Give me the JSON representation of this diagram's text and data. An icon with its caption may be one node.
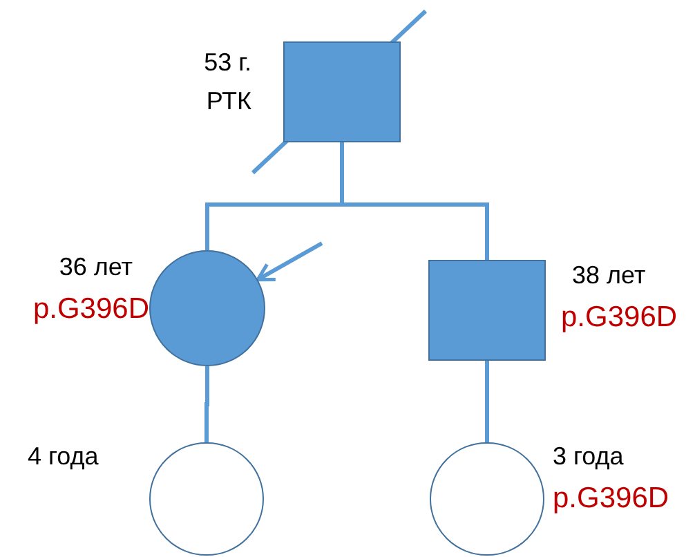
{
  "diagram": {
    "nodes": [
      {
        "text": [],
        "shape": "box",
        "beside": [
          "53 г.",
          "РТК"
        ]
      },
      {
        "text": [],
        "shape": "circle",
        "beside": [
          "36 лет",
          "p.G396D"
        ]
      },
      {
        "text": [],
        "shape": "box",
        "beside": [
          "38 лет",
          "p.G396D"
        ]
      },
      {
        "text": [],
        "shape": "circle",
        "beside": [
          "4 года"
        ]
      },
      {
        "text": [],
        "shape": "circle",
        "beside": [
          "3 года",
          "p.G396D"
        ]
      }
    ],
    "edges": [
      {
        "from": 0,
        "to": 1,
        "arrow": "none"
      },
      {
        "from": 0,
        "to": 2,
        "arrow": "none"
      },
      {
        "from": 1,
        "to": 3,
        "arrow": "none"
      },
      {
        "from": 2,
        "to": 4,
        "arrow": "none"
      },
      {
        "from": null,
        "to": 1,
        "arrow": "to"
      }
    ]
  }
}
